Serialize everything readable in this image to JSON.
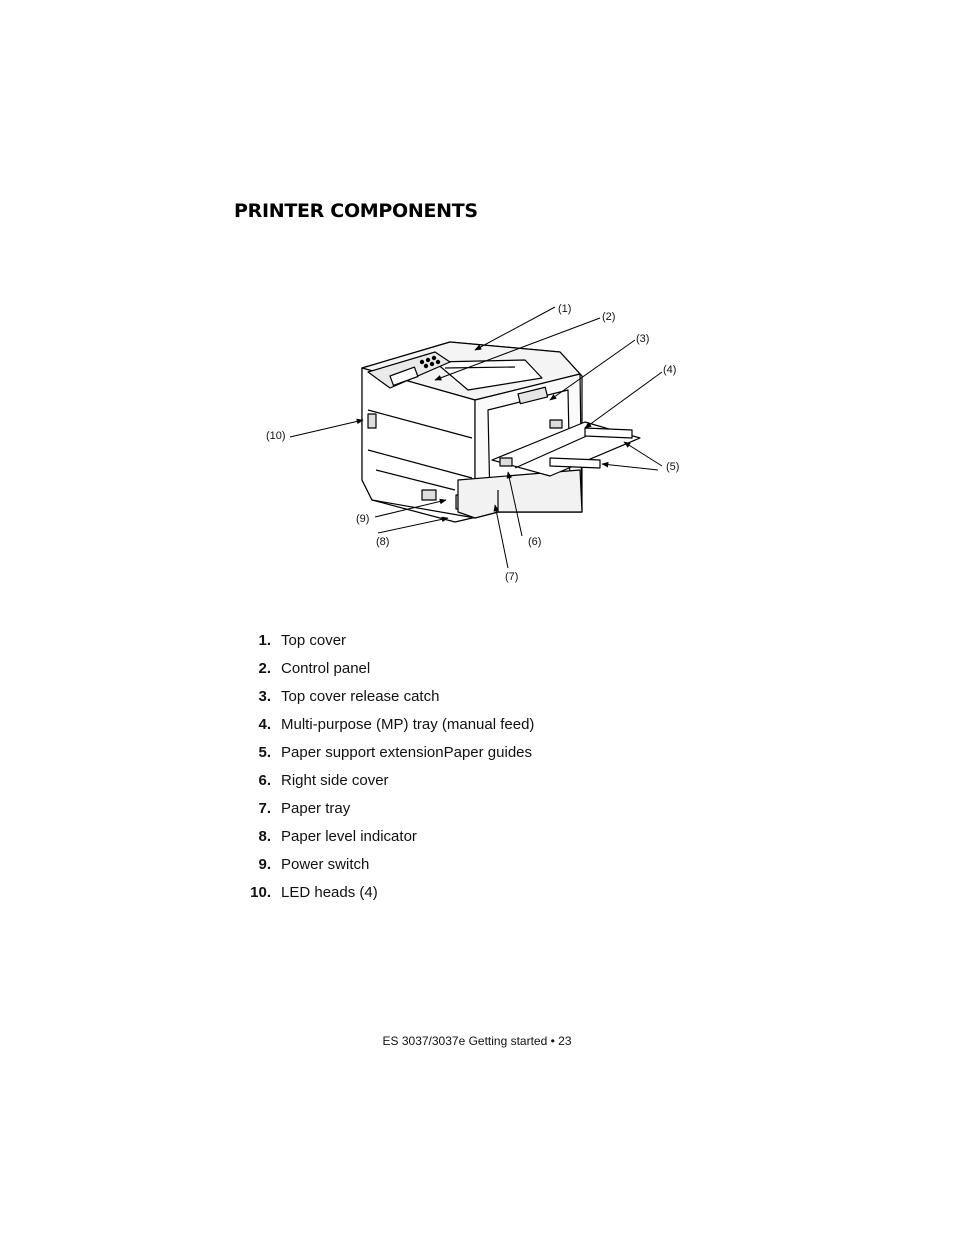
{
  "page": {
    "title": "PRINTER COMPONENTS",
    "footer": "ES 3037/3037e Getting started • 23"
  },
  "figure": {
    "callouts": [
      "(1)",
      "(2)",
      "(3)",
      "(4)",
      "(5)",
      "(6)",
      "(7)",
      "(8)",
      "(9)",
      "(10)"
    ]
  },
  "components": [
    {
      "num": "1.",
      "label": "Top cover"
    },
    {
      "num": "2.",
      "label": "Control panel"
    },
    {
      "num": "3.",
      "label": "Top cover release catch"
    },
    {
      "num": "4.",
      "label": "Multi-purpose (MP) tray (manual feed)"
    },
    {
      "num": "5.",
      "label": "Paper support extensionPaper guides"
    },
    {
      "num": "6.",
      "label": "Right side cover"
    },
    {
      "num": "7.",
      "label": "Paper tray"
    },
    {
      "num": "8.",
      "label": "Paper level indicator"
    },
    {
      "num": "9.",
      "label": "Power switch"
    },
    {
      "num": "10.",
      "label": "LED heads (4)"
    }
  ]
}
